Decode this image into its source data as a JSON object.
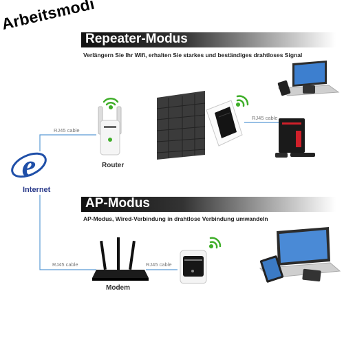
{
  "corner_title": "Arbeitsmodi",
  "repeater_section": {
    "title": "Repeater-Modus",
    "subtitle": "Verlängern Sie Ihr Wifi, erhalten Sie starkes und beständiges drahtloses Signal",
    "router_label": "Router",
    "cable_left": "RJ45 cable",
    "cable_right": "RJ45 cable"
  },
  "internet_label": "Internet",
  "ap_section": {
    "title": "AP-Modus",
    "subtitle": "AP-Modus, Wired-Verbindung in drahtlose Verbindung umwandeln",
    "modem_label": "Modem",
    "cable_left": "RJ45 cable",
    "cable_right": "RJ45 cable"
  },
  "colors": {
    "wifi_green": "#3fae29",
    "cable_blue": "#5b9bd5",
    "internet_blue": "#1f4fa8",
    "brick": "#3b3b3b"
  }
}
